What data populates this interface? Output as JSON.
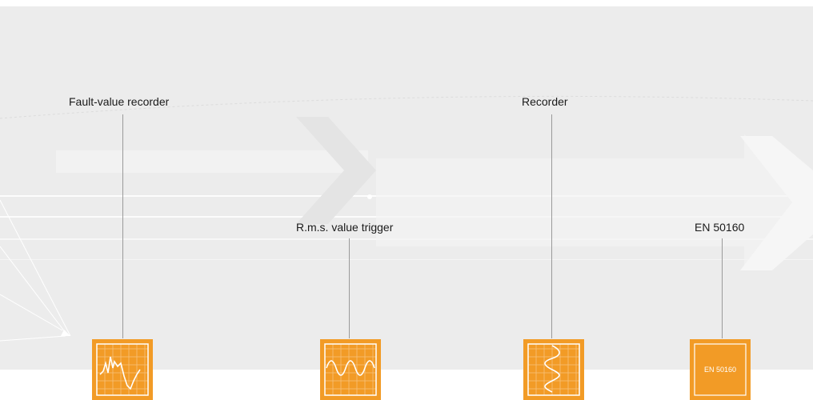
{
  "labels": {
    "fault_value_recorder": "Fault-value recorder",
    "recorder": "Recorder",
    "rms_value_trigger": "R.m.s. value trigger",
    "en50160": "EN 50160"
  },
  "icons": {
    "fault_value_recorder": "fault-waveform-icon",
    "rms_value_trigger": "sine-wave-icon",
    "recorder": "vertical-wave-icon",
    "en50160": "en50160-icon"
  },
  "en50160_icon_text": "EN 50160",
  "colors": {
    "tile_orange": "#f29b26",
    "background_gray": "#ececec",
    "leader_line": "#9a9a9a"
  }
}
